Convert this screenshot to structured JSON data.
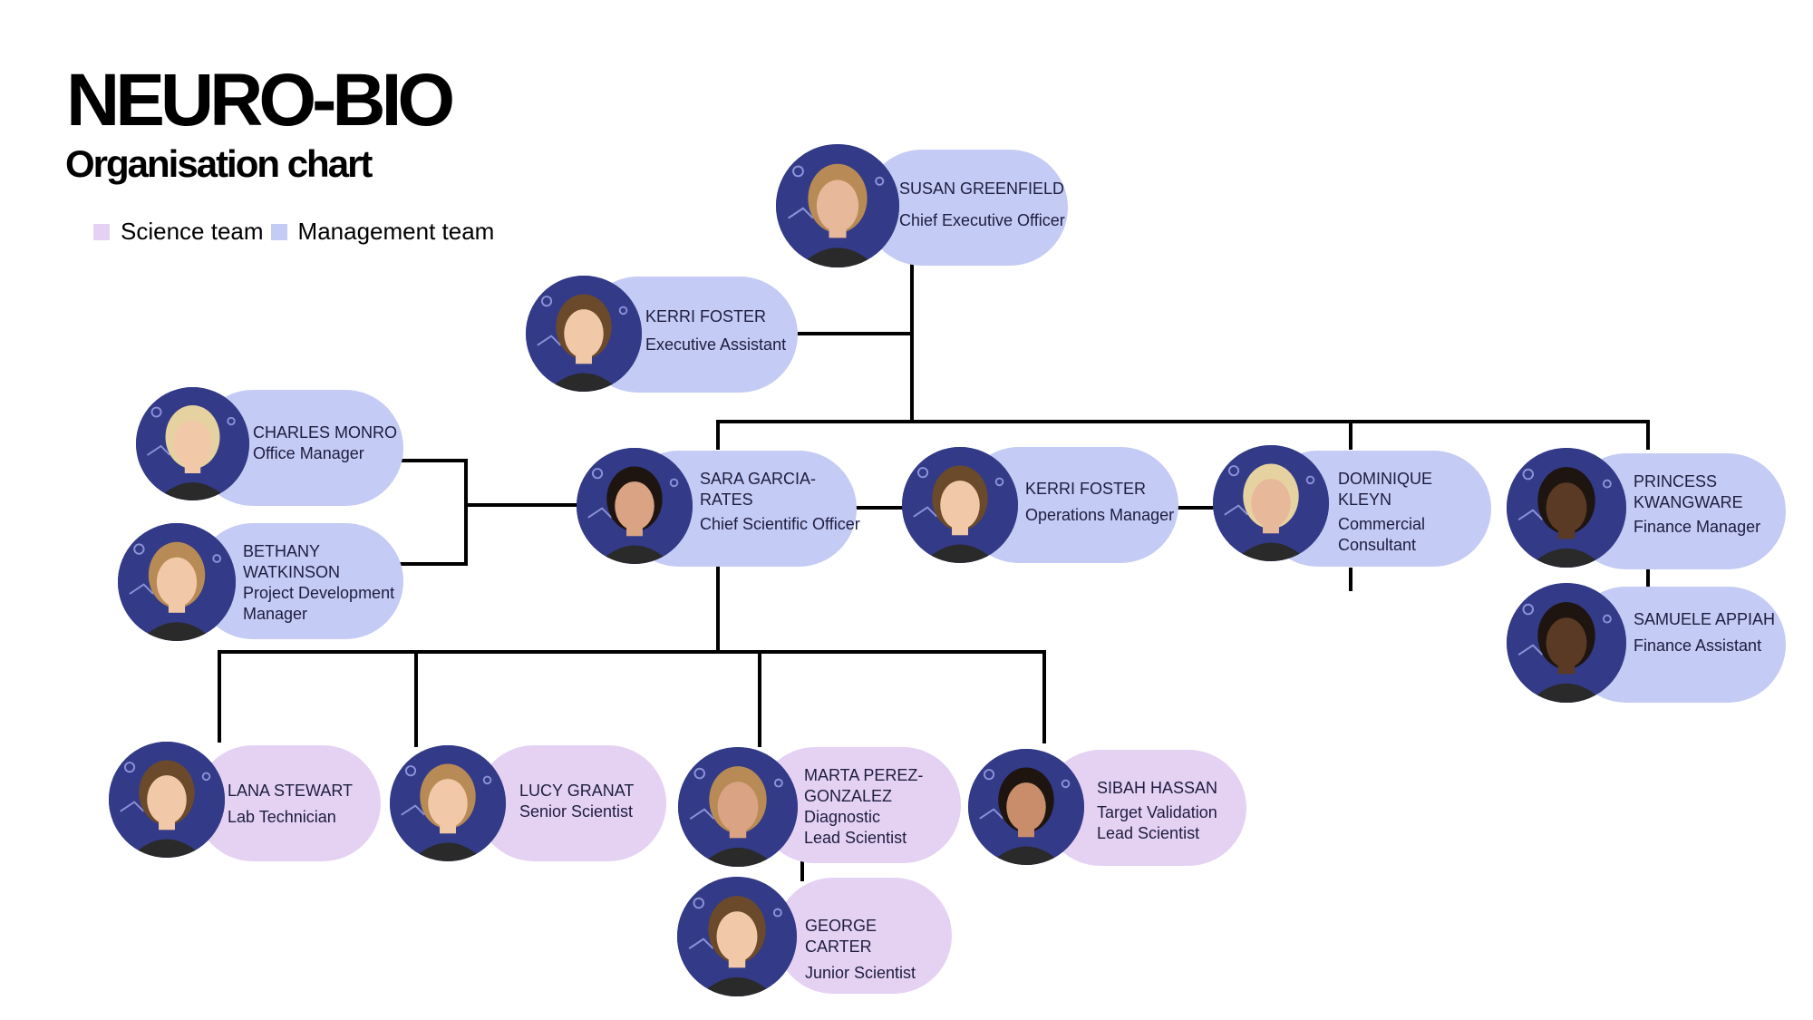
{
  "header": {
    "title": "NEURO-BIO",
    "subtitle": "Organisation chart"
  },
  "legend": [
    {
      "label": "Science team",
      "color": "#e5d2f3"
    },
    {
      "label": "Management team",
      "color": "#c4cbf5"
    }
  ],
  "colors": {
    "management": "#c4cbf5",
    "science": "#e5d2f3",
    "connector": "#000000",
    "avatar_background": "#333a87"
  },
  "people": [
    {
      "id": "susan",
      "name": "SUSAN GREENFIELD",
      "role": "Chief Executive Officer",
      "team": "management",
      "reports_to": null
    },
    {
      "id": "kerri_ea",
      "name": "KERRI FOSTER",
      "role": "Executive Assistant",
      "team": "management",
      "reports_to": "susan"
    },
    {
      "id": "charles",
      "name": "CHARLES MONRO",
      "role": "Office Manager",
      "team": "management",
      "reports_to": "sara"
    },
    {
      "id": "bethany",
      "name": "BETHANY WATKINSON",
      "role": "Project Development Manager",
      "team": "management",
      "reports_to": "sara"
    },
    {
      "id": "sara",
      "name": "SARA GARCIA-RATES",
      "role": "Chief Scientific Officer",
      "team": "management",
      "reports_to": "susan"
    },
    {
      "id": "kerri_om",
      "name": "KERRI FOSTER",
      "role": "Operations Manager",
      "team": "management",
      "reports_to": "susan"
    },
    {
      "id": "dominique",
      "name": "DOMINIQUE KLEYN",
      "role": "Commercial Consultant",
      "team": "management",
      "reports_to": "susan"
    },
    {
      "id": "princess",
      "name": "PRINCESS KWANGWARE",
      "role": "Finance Manager",
      "team": "management",
      "reports_to": "susan"
    },
    {
      "id": "samuele",
      "name": "SAMUELE APPIAH",
      "role": "Finance Assistant",
      "team": "management",
      "reports_to": "princess"
    },
    {
      "id": "lana",
      "name": "LANA STEWART",
      "role": "Lab Technician",
      "team": "science",
      "reports_to": "sara"
    },
    {
      "id": "lucy",
      "name": "LUCY GRANAT",
      "role": "Senior Scientist",
      "team": "science",
      "reports_to": "sara"
    },
    {
      "id": "marta",
      "name": "MARTA PEREZ-GONZALEZ",
      "role": "Diagnostic Lead Scientist",
      "team": "science",
      "reports_to": "sara"
    },
    {
      "id": "sibah",
      "name": "SIBAH HASSAN",
      "role": "Target Validation Lead Scientist",
      "team": "science",
      "reports_to": "sara"
    },
    {
      "id": "george",
      "name": "GEORGE CARTER",
      "role": "Junior Scientist",
      "team": "science",
      "reports_to": "marta"
    }
  ]
}
